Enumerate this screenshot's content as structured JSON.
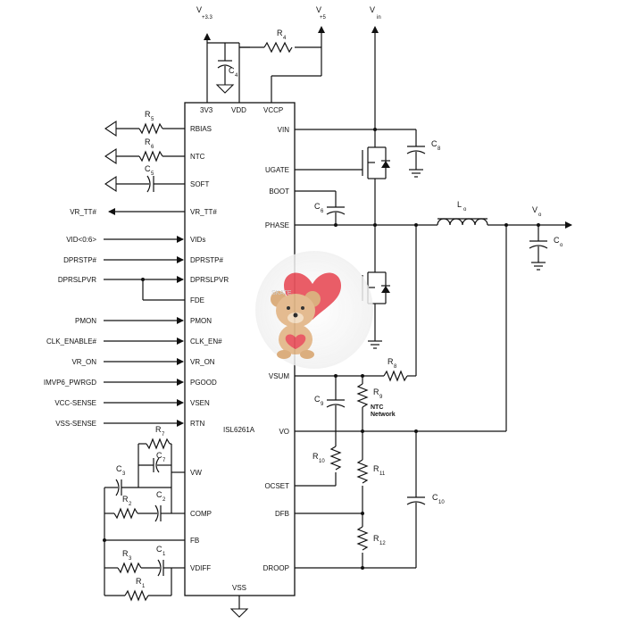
{
  "ic": {
    "part": "ISL6261A",
    "top_pins": [
      "3V3",
      "VDD",
      "VCCP"
    ],
    "bottom_pin": "VSS",
    "left_pins": [
      "RBIAS",
      "NTC",
      "SOFT",
      "VR_TT#",
      "VIDs",
      "DPRSTP#",
      "DPRSLPVR",
      "FDE",
      "PMON",
      "CLK_EN#",
      "VR_ON",
      "PGOOD",
      "VSEN",
      "RTN",
      "VW",
      "COMP",
      "FB",
      "VDIFF"
    ],
    "right_pins": [
      "VIN",
      "UGATE",
      "BOOT",
      "PHASE",
      "VSUM",
      "VO",
      "OCSET",
      "DFB",
      "DROOP"
    ]
  },
  "left_signals": [
    "VR_TT#",
    "VID<0:6>",
    "DPRSTP#",
    "DPRSLPVR",
    "PMON",
    "CLK_ENABLE#",
    "VR_ON",
    "IMVP6_PWRGD",
    "VCC-SENSE",
    "VSS-SENSE"
  ],
  "rails": {
    "v33": {
      "main": "V",
      "sub": "+3.3"
    },
    "v5": {
      "main": "V",
      "sub": "+5"
    },
    "vin": {
      "main": "V",
      "sub": "in"
    },
    "vo": {
      "main": "V",
      "sub": "o"
    }
  },
  "components": {
    "R4": {
      "main": "R",
      "sub": "4"
    },
    "C4": {
      "main": "C",
      "sub": "4"
    },
    "R5": {
      "main": "R",
      "sub": "5"
    },
    "R6": {
      "main": "R",
      "sub": "6"
    },
    "C5": {
      "main": "C",
      "sub": "5"
    },
    "C8": {
      "main": "C",
      "sub": "8"
    },
    "C6": {
      "main": "C",
      "sub": "6"
    },
    "LO": {
      "main": "L",
      "sub": "o"
    },
    "CO": {
      "main": "C",
      "sub": "o"
    },
    "R8": {
      "main": "R",
      "sub": "8"
    },
    "R9": {
      "main": "R",
      "sub": "9"
    },
    "C9": {
      "main": "C",
      "sub": "9"
    },
    "R10": {
      "main": "R",
      "sub": "10"
    },
    "R11": {
      "main": "R",
      "sub": "11"
    },
    "R12": {
      "main": "R",
      "sub": "12"
    },
    "C10": {
      "main": "C",
      "sub": "10"
    },
    "R7": {
      "main": "R",
      "sub": "7"
    },
    "C7": {
      "main": "C",
      "sub": "7"
    },
    "C3": {
      "main": "C",
      "sub": "3"
    },
    "R2": {
      "main": "R",
      "sub": "2"
    },
    "C2": {
      "main": "C",
      "sub": "2"
    },
    "R3": {
      "main": "R",
      "sub": "3"
    },
    "C1": {
      "main": "C",
      "sub": "1"
    },
    "R1": {
      "main": "R",
      "sub": "1"
    }
  },
  "ntc_label": [
    "NTC",
    "Network"
  ],
  "watermark": "SKATE"
}
